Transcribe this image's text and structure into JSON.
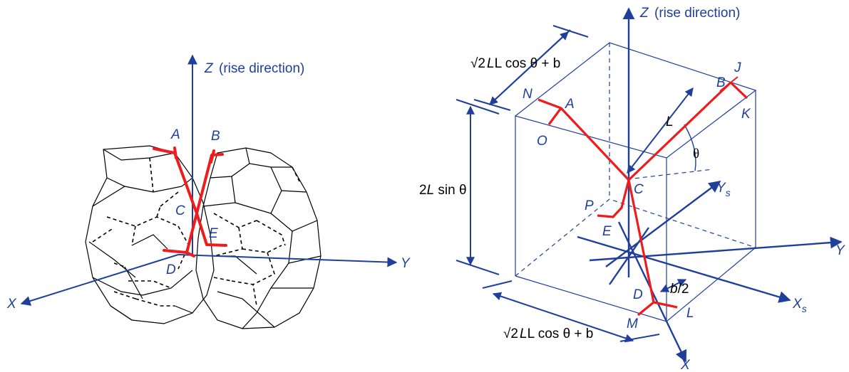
{
  "colors": {
    "axis": "#1f3f9a",
    "strut": "#ee1c1c",
    "cell_edge": "#000000",
    "box_edge": "#1f3f9a",
    "text": "#000000"
  },
  "left_figure": {
    "axis_z": "Z",
    "axis_z_note": "(rise direction)",
    "axis_y": "Y",
    "axis_x": "X",
    "points": {
      "A": "A",
      "B": "B",
      "C": "C",
      "D": "D",
      "E": "E"
    }
  },
  "right_figure": {
    "axis_z": "Z",
    "axis_z_note": "(rise direction)",
    "axis_y": "Y",
    "axis_x": "X",
    "axis_ys": "Y",
    "axis_ys_sub": "s",
    "axis_xs": "X",
    "axis_xs_sub": "s",
    "points": {
      "A": "A",
      "B": "B",
      "C": "C",
      "D": "D",
      "E": "E",
      "J": "J",
      "K": "K",
      "L": "L",
      "M": "M",
      "N": "N",
      "O": "O",
      "P": "P"
    },
    "dim_top_rest": "L cos θ + b",
    "dim_bottom_rest": "L cos θ + b",
    "dim_height_pre": "2",
    "dim_height_L": "L",
    "dim_height_rest": " sin θ",
    "dim_strut_L": "L",
    "angle_theta": "θ",
    "dim_half_b_b": "b",
    "dim_half_b_rest": "/2",
    "sqrt2_top": "√2",
    "sqrt2_bottom": "√2"
  }
}
